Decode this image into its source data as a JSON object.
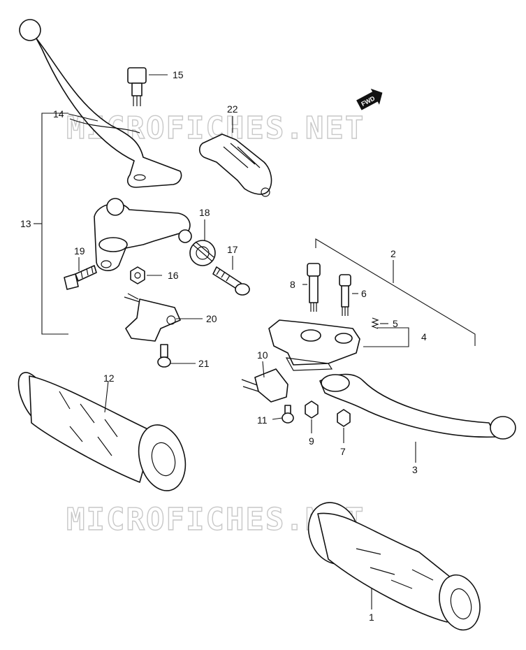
{
  "watermark": "MICROFICHES.NET",
  "fwd_badge": "FWD",
  "callouts": {
    "p1": "1",
    "p2": "2",
    "p3": "3",
    "p4": "4",
    "p5": "5",
    "p6": "6",
    "p7": "7",
    "p8": "8",
    "p9": "9",
    "p10": "10",
    "p11": "11",
    "p12": "12",
    "p13": "13",
    "p14": "14",
    "p15": "15",
    "p16": "16",
    "p17": "17",
    "p18": "18",
    "p19": "19",
    "p20": "20",
    "p21": "21",
    "p22": "22"
  }
}
